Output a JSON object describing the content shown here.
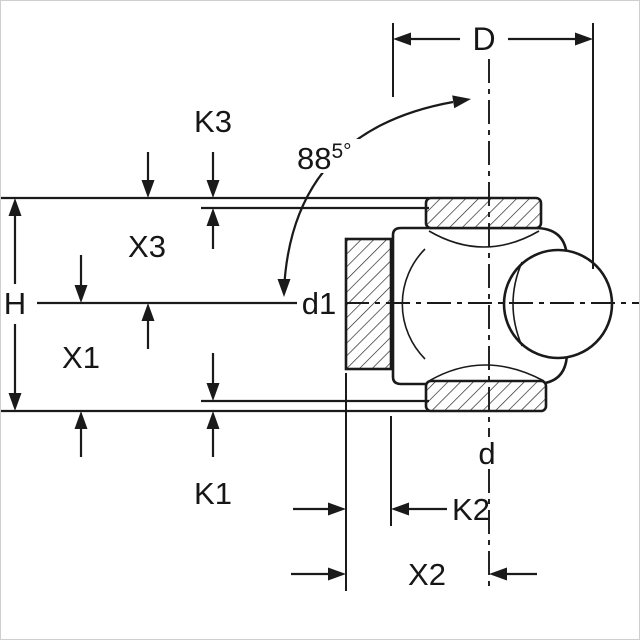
{
  "drawing": {
    "labels": {
      "D": "D",
      "K3": "K3",
      "X3": "X3",
      "H": "H",
      "d1": "d1",
      "X1": "X1",
      "K1": "K1",
      "d": "d",
      "K2": "K2",
      "X2": "X2"
    },
    "angle": {
      "base": "88",
      "sup": "5°"
    },
    "colors": {
      "line": "#1a1a1a",
      "background": "#ffffff",
      "frame": "#cfcfcf"
    }
  }
}
